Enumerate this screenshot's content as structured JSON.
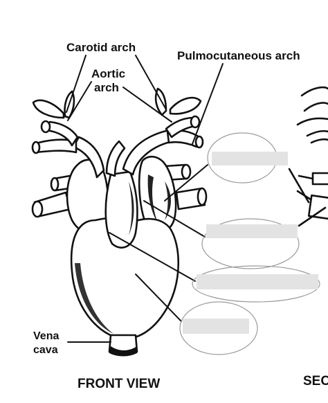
{
  "diagram": {
    "labels": {
      "carotid_arch": "Carotid arch",
      "pulmocutaneous_arch": "Pulmocutaneous arch",
      "aortic_arch_line1": "Aortic",
      "aortic_arch_line2": "arch",
      "vena_cava_line1": "Vena",
      "vena_cava_line2": "cava",
      "front_view_caption": "FRONT VIEW",
      "second_view_caption_partial": "SEC"
    },
    "blank_answer_fields": [
      {
        "id": "blank-1",
        "value": ""
      },
      {
        "id": "blank-2",
        "value": ""
      },
      {
        "id": "blank-3",
        "value": ""
      },
      {
        "id": "blank-4",
        "value": ""
      }
    ]
  }
}
